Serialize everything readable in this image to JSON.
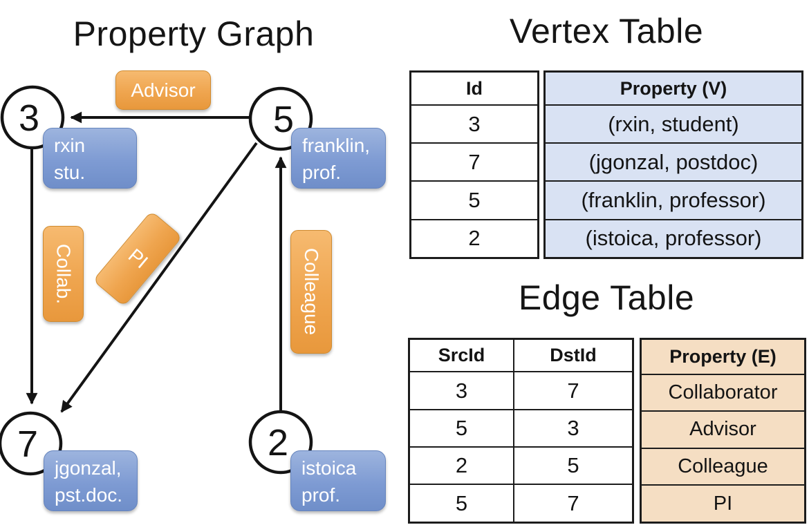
{
  "graph": {
    "title": "Property Graph",
    "nodes": [
      {
        "id": "3",
        "line1": "rxin",
        "line2": "stu."
      },
      {
        "id": "5",
        "line1": "franklin,",
        "line2": "prof."
      },
      {
        "id": "7",
        "line1": "jgonzal,",
        "line2": "pst.doc."
      },
      {
        "id": "2",
        "line1": "istoica",
        "line2": "prof."
      }
    ],
    "edge_labels": {
      "advisor": "Advisor",
      "collab": "Collab.",
      "pi": "PI",
      "colleague": "Colleague"
    }
  },
  "vertex_table": {
    "title": "Vertex Table",
    "columns": {
      "id": "Id",
      "property": "Property (V)"
    },
    "rows": [
      {
        "id": "3",
        "property": "(rxin, student)"
      },
      {
        "id": "7",
        "property": "(jgonzal, postdoc)"
      },
      {
        "id": "5",
        "property": "(franklin, professor)"
      },
      {
        "id": "2",
        "property": "(istoica, professor)"
      }
    ]
  },
  "edge_table": {
    "title": "Edge Table",
    "columns": {
      "src": "SrcId",
      "dst": "DstId",
      "property": "Property (E)"
    },
    "rows": [
      {
        "src": "3",
        "dst": "7",
        "property": "Collaborator"
      },
      {
        "src": "5",
        "dst": "3",
        "property": "Advisor"
      },
      {
        "src": "2",
        "dst": "5",
        "property": "Colleague"
      },
      {
        "src": "5",
        "dst": "7",
        "property": "PI"
      }
    ]
  },
  "colors": {
    "edge_label_orange": "#efa54f",
    "vertex_label_blue": "#7e9bd3",
    "vertex_property_fill": "#d9e2f3",
    "edge_property_fill": "#f5dec3",
    "line_black": "#141414"
  }
}
